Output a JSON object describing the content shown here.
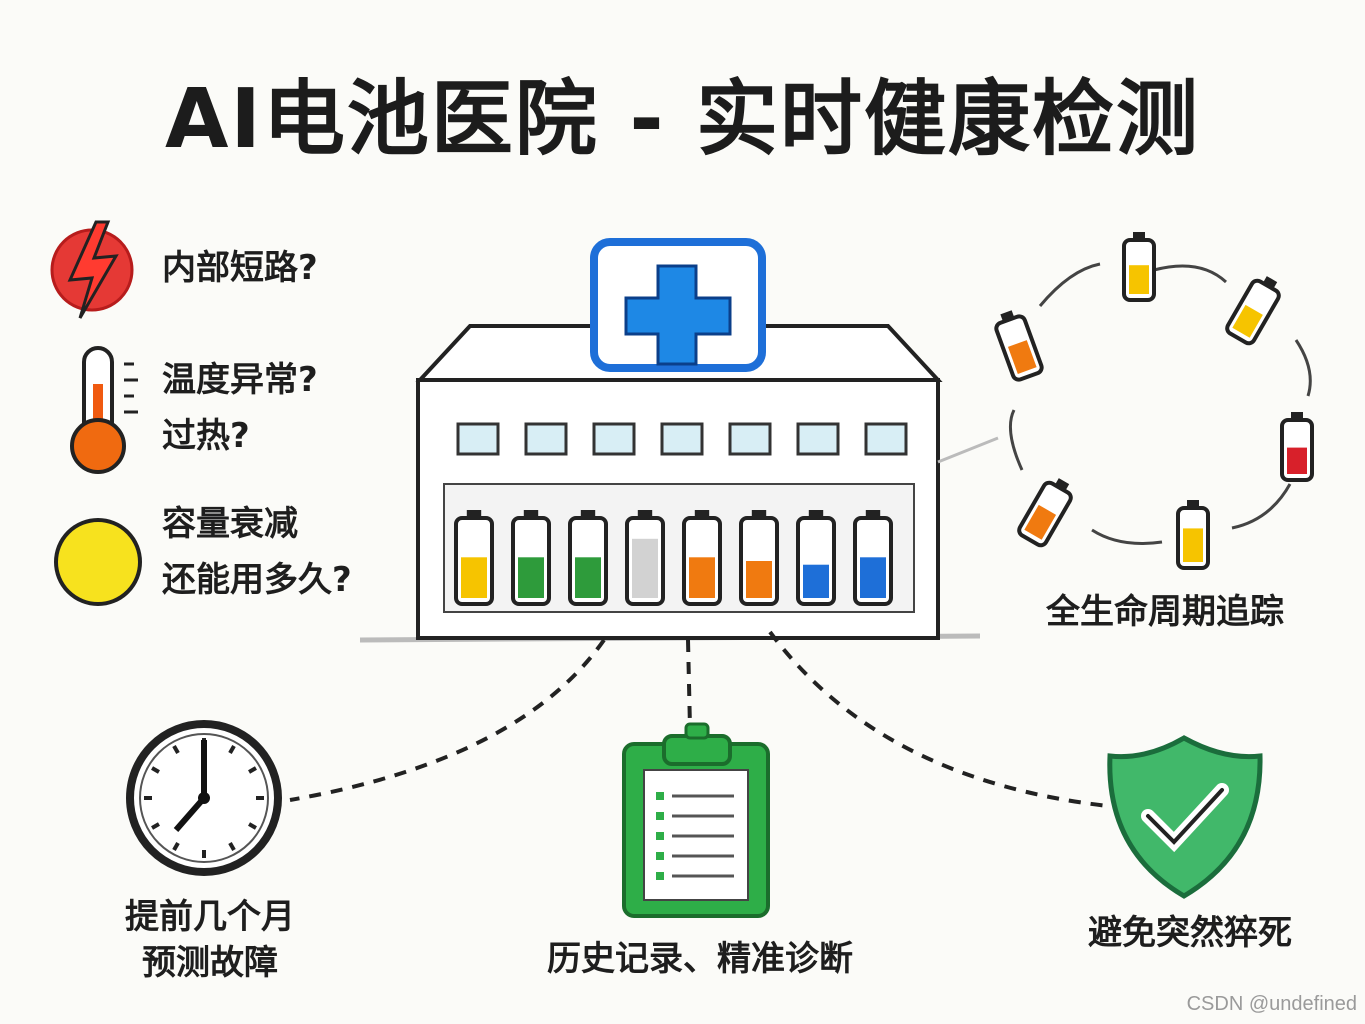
{
  "title": "AI电池医院 - 实时健康检测",
  "problems": [
    {
      "icon": "lightning-icon",
      "text": "内部短路?"
    },
    {
      "icon": "thermometer-icon",
      "text": "温度异常?\n过热?"
    },
    {
      "icon": "yellow-circle-icon",
      "text": "容量衰减\n还能用多久?"
    }
  ],
  "lifecycle_label": "全生命周期追踪",
  "bottom": [
    {
      "icon": "clock-icon",
      "text": "提前几个月\n预测故障"
    },
    {
      "icon": "clipboard-icon",
      "text": "历史记录、精准诊断"
    },
    {
      "icon": "shield-check-icon",
      "text": "避免突然猝死"
    }
  ],
  "watermark": "CSDN @undefined",
  "colors": {
    "cross": "#1e88e5",
    "yellow": "#f6c400",
    "green": "#2e9b3b",
    "gray": "#d2d2d2",
    "orange": "#f07a10",
    "blue": "#1e6fd8",
    "red": "#d8202a"
  }
}
